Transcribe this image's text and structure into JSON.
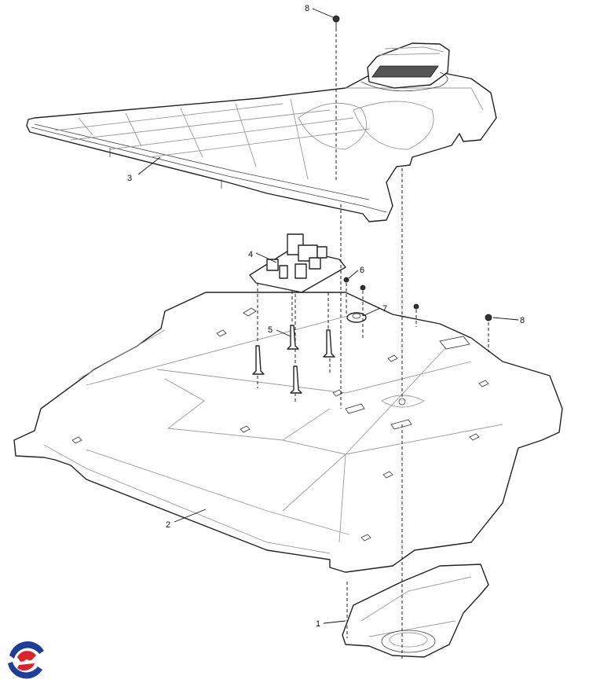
{
  "callouts": {
    "c1": "1",
    "c2": "2",
    "c3": "3",
    "c4": "4",
    "c5": "5",
    "c6": "6",
    "c7": "7",
    "c8a": "8",
    "c8b": "8"
  },
  "colors": {
    "line": "#222222",
    "logo_red": "#d9232d",
    "logo_blue": "#1f3f96"
  }
}
